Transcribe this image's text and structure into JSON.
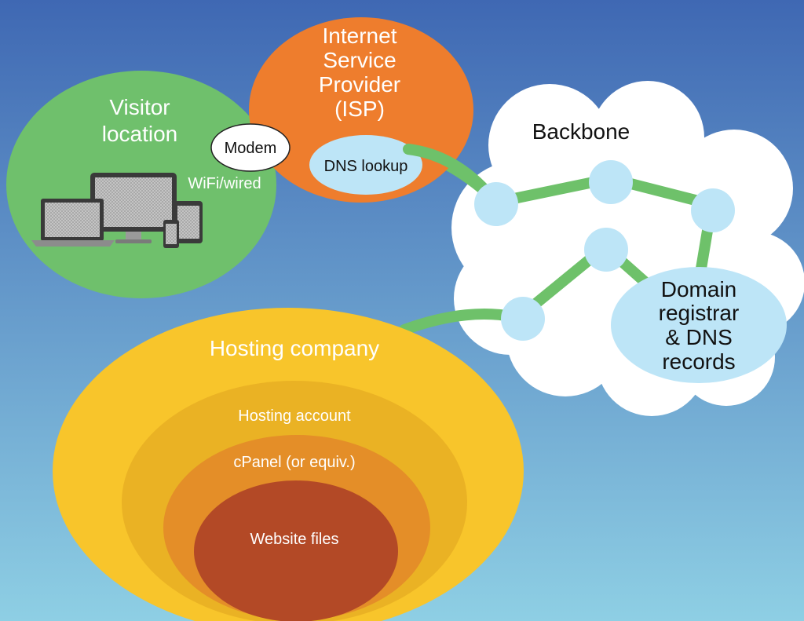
{
  "colors": {
    "background_top": "#3f68b3",
    "background_bottom": "#8ecfe4",
    "visitor_green": "#6fc06c",
    "isp_orange": "#ee7d2d",
    "node_blue": "#bde5f7",
    "link_green": "#6ec16a",
    "cloud_white": "#ffffff",
    "hosting_outer": "#f8c52b",
    "hosting_account": "#eab224",
    "cpanel": "#e48e28",
    "website_files": "#b34926",
    "device_dark": "#3a3a3a",
    "device_screen": "#a9a9a9"
  },
  "visitor": {
    "title_line1": "Visitor",
    "title_line2": "location",
    "connection_label": "WiFi/wired",
    "devices_icon": "devices-icon"
  },
  "modem": {
    "label": "Modem"
  },
  "isp": {
    "line1": "Internet",
    "line2": "Service",
    "line3": "Provider",
    "line4": "(ISP)",
    "dns_lookup": "DNS lookup"
  },
  "backbone": {
    "title": "Backbone",
    "registrar_line1": "Domain",
    "registrar_line2": "registrar",
    "registrar_line3": "& DNS",
    "registrar_line4": "records"
  },
  "hosting": {
    "company": "Hosting company",
    "account": "Hosting account",
    "cpanel": "cPanel (or equiv.)",
    "files": "Website files"
  }
}
